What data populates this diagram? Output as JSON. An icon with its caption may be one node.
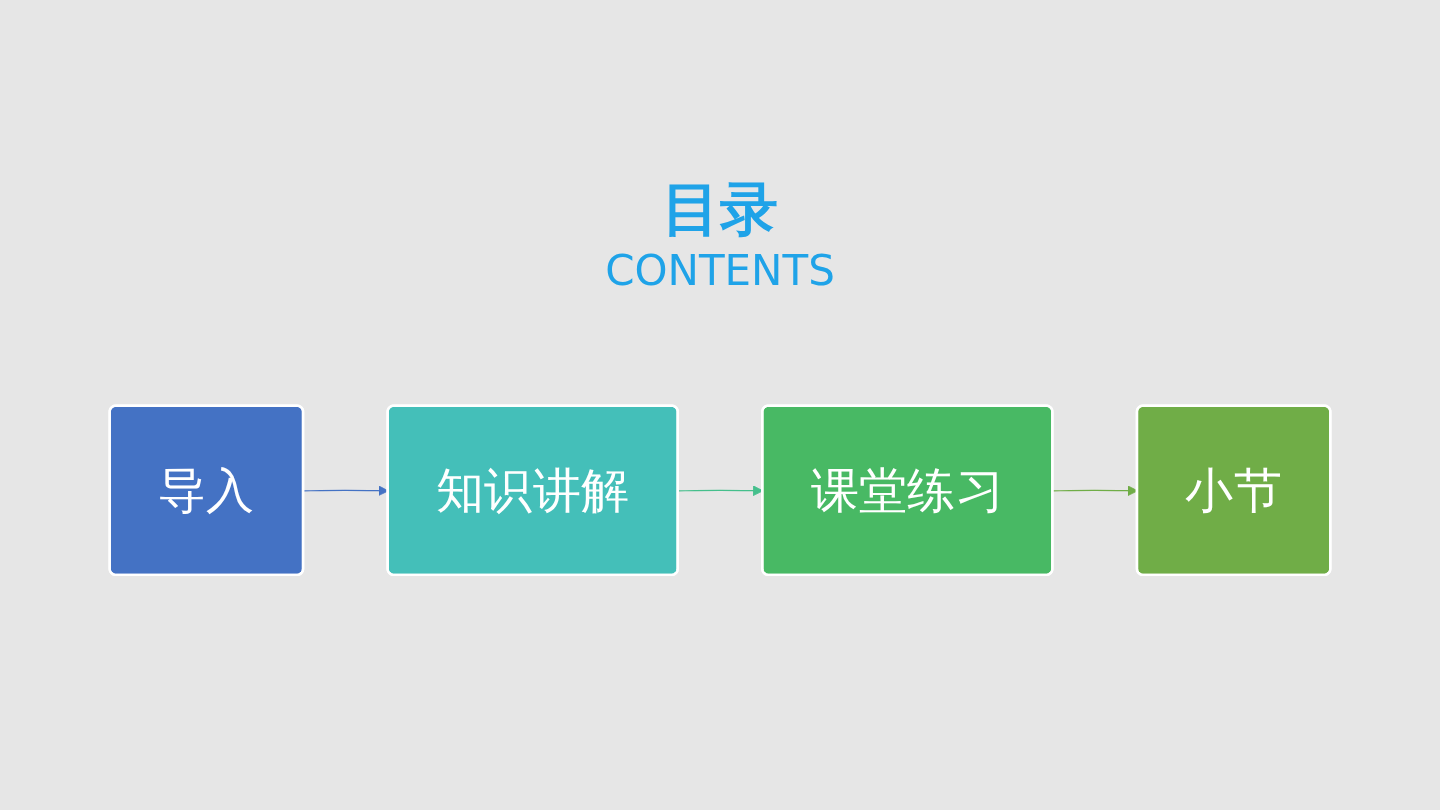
{
  "diagram": {
    "title": "目录",
    "nodes": [
      {
        "text": [
          "导入"
        ]
      },
      {
        "text": [
          "知识讲解"
        ]
      },
      {
        "text": [
          "课堂练习"
        ]
      },
      {
        "text": [
          "小节"
        ]
      }
    ],
    "edges": [
      {
        "from": 0,
        "to": 1,
        "arrow": "to",
        "color": "#4472c4"
      },
      {
        "from": 1,
        "to": 2,
        "arrow": "to",
        "color": "#45bf8c"
      },
      {
        "from": 2,
        "to": 3,
        "arrow": "to",
        "color": "#70ad47"
      }
    ],
    "labels": [
      "CONTENTS"
    ]
  }
}
